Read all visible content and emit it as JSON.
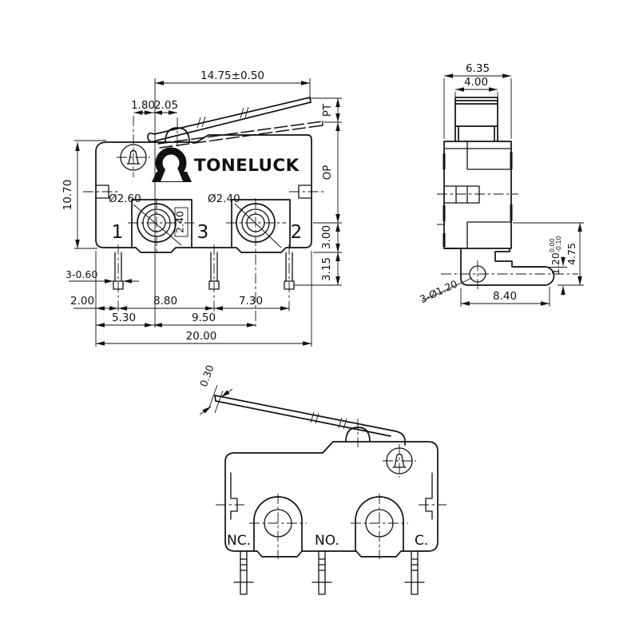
{
  "brand": "TONELUCK",
  "front_view": {
    "lever_length": "14.75±0.50",
    "pivot_offset": "1.80",
    "button_offset": "2.05",
    "pretravel": "PT",
    "operating_position": "OP",
    "body_height": "10.70",
    "hole_left": "Ø2.60",
    "hole_right": "Ø2.40",
    "slot_width": "2.40",
    "terminal_left": "1",
    "terminal_middle": "3",
    "terminal_right": "2",
    "pin_width_spec": "3-0.60",
    "dim_2_00": "2.00",
    "dim_8_80": "8.80",
    "dim_7_30": "7.30",
    "dim_5_30": "5.30",
    "dim_9_50": "9.50",
    "dim_20_00": "20.00",
    "dim_3_00": "3.00",
    "dim_3_15": "3.15"
  },
  "side_view": {
    "body_depth": "6.35",
    "button_width": "4.00",
    "tab_thickness": "1.20",
    "tab_tol_upper": "0.00",
    "tab_tol_lower": "-0.10",
    "tab_height": "4.75",
    "hole_spec": "3-Ø1.20",
    "tab_length": "8.40"
  },
  "bottom_view": {
    "lever_thickness": "0.30",
    "label_nc": "NC.",
    "label_no": "NO.",
    "label_c": "C."
  }
}
